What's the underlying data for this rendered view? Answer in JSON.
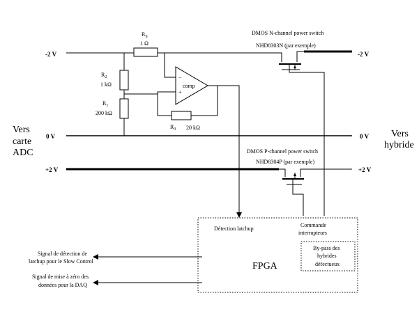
{
  "left_label": {
    "line1": "Vers",
    "line2": "carte",
    "line3": "ADC"
  },
  "right_label": {
    "line1": "Vers",
    "line2": "hybride"
  },
  "rails": {
    "neg2_left": "-2 V",
    "neg2_right": "-2 V",
    "zero_left": "0 V",
    "zero_right": "0 V",
    "pos2_left": "+2 V",
    "pos2_right": "+2 V"
  },
  "components": {
    "rs": {
      "name": "R",
      "sub": "S",
      "value": "1 Ω"
    },
    "r2": {
      "name": "R",
      "sub": "2",
      "value": "1 kΩ"
    },
    "r1": {
      "name": "R",
      "sub": "1",
      "value": "200 kΩ"
    },
    "r3": {
      "name": "R",
      "sub": "3",
      "value": "20 kΩ"
    },
    "comp": {
      "label": "comp",
      "minus": "−",
      "plus": "+"
    }
  },
  "switches": {
    "n_title": "DMOS N-channel power switch",
    "n_part": "NHD8303N (par exemple)",
    "p_title": "DMOS P-channel power switch",
    "p_part": "NHD8304P (par exemple)"
  },
  "fpga": {
    "title": "FPGA",
    "latchup_in": "Détection latchup",
    "cmd_line1": "Commande",
    "cmd_line2": "interrupteurs",
    "bypass_line1": "By-pass des",
    "bypass_line2": "hybrides",
    "bypass_line3": "défectueux"
  },
  "outputs": {
    "sig1_line1": "Signal de détection de",
    "sig1_line2": "latchup pour le Slow Control",
    "sig2_line1": "Signal de mise à zéro des",
    "sig2_line2": "données pour la DAQ"
  }
}
